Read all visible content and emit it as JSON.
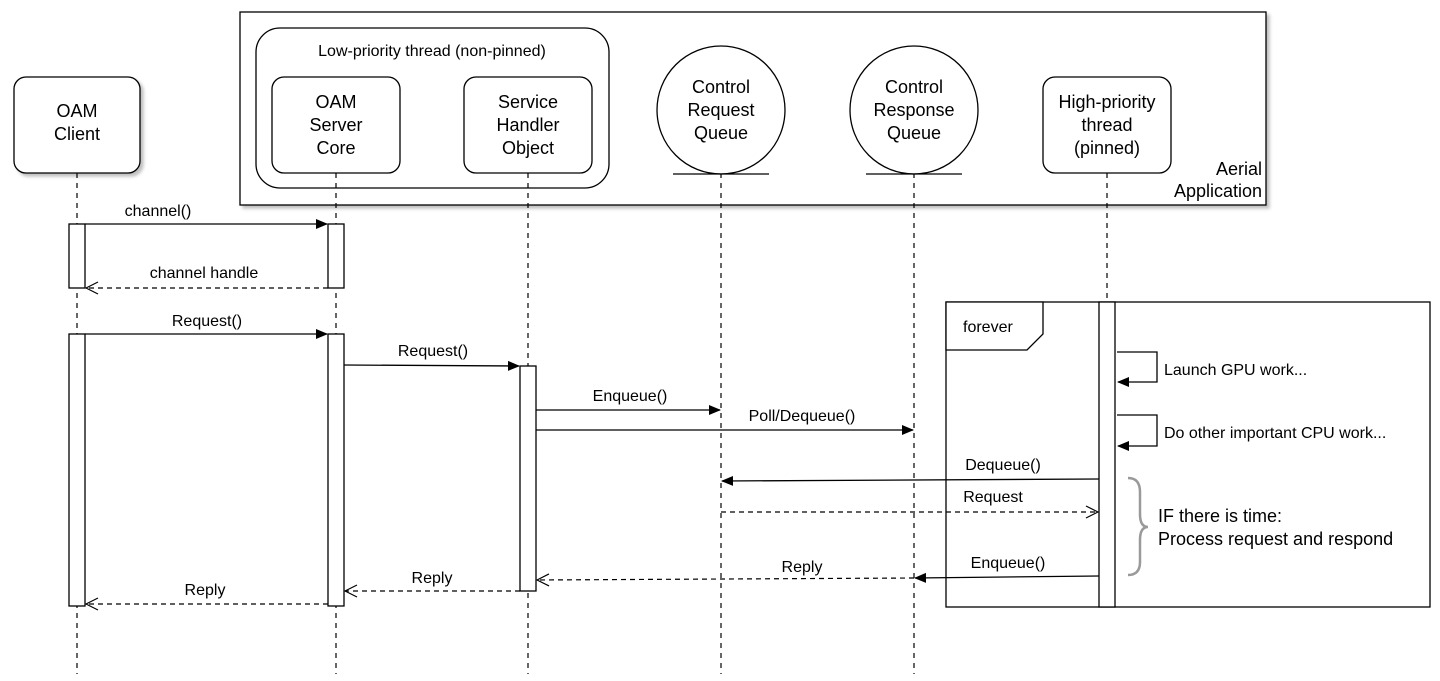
{
  "application": {
    "label_line1": "Aerial",
    "label_line2": "Application"
  },
  "thread_group": {
    "title": "Low-priority thread (non-pinned)"
  },
  "participants": {
    "oam_client": [
      "OAM",
      "Client"
    ],
    "oam_server_core": [
      "OAM",
      "Server",
      "Core"
    ],
    "service_handler": [
      "Service",
      "Handler",
      "Object"
    ],
    "control_request_queue": [
      "Control",
      "Request",
      "Queue"
    ],
    "control_response_queue": [
      "Control",
      "Response",
      "Queue"
    ],
    "high_priority_thread": [
      "High-priority",
      "thread",
      "(pinned)"
    ]
  },
  "loop": {
    "label": "forever"
  },
  "messages": {
    "channel_call": "channel()",
    "channel_handle": "channel handle",
    "request_1": "Request()",
    "request_2": "Request()",
    "enqueue_1": "Enqueue()",
    "poll_dequeue": "Poll/Dequeue()",
    "dequeue": "Dequeue()",
    "request_return": "Request",
    "enqueue_2": "Enqueue()",
    "reply_1": "Reply",
    "reply_2": "Reply",
    "reply_3": "Reply",
    "self_1": "Launch GPU work...",
    "self_2": "Do other important CPU work..."
  },
  "note": {
    "line1": "IF there is time:",
    "line2": "Process request and respond"
  }
}
